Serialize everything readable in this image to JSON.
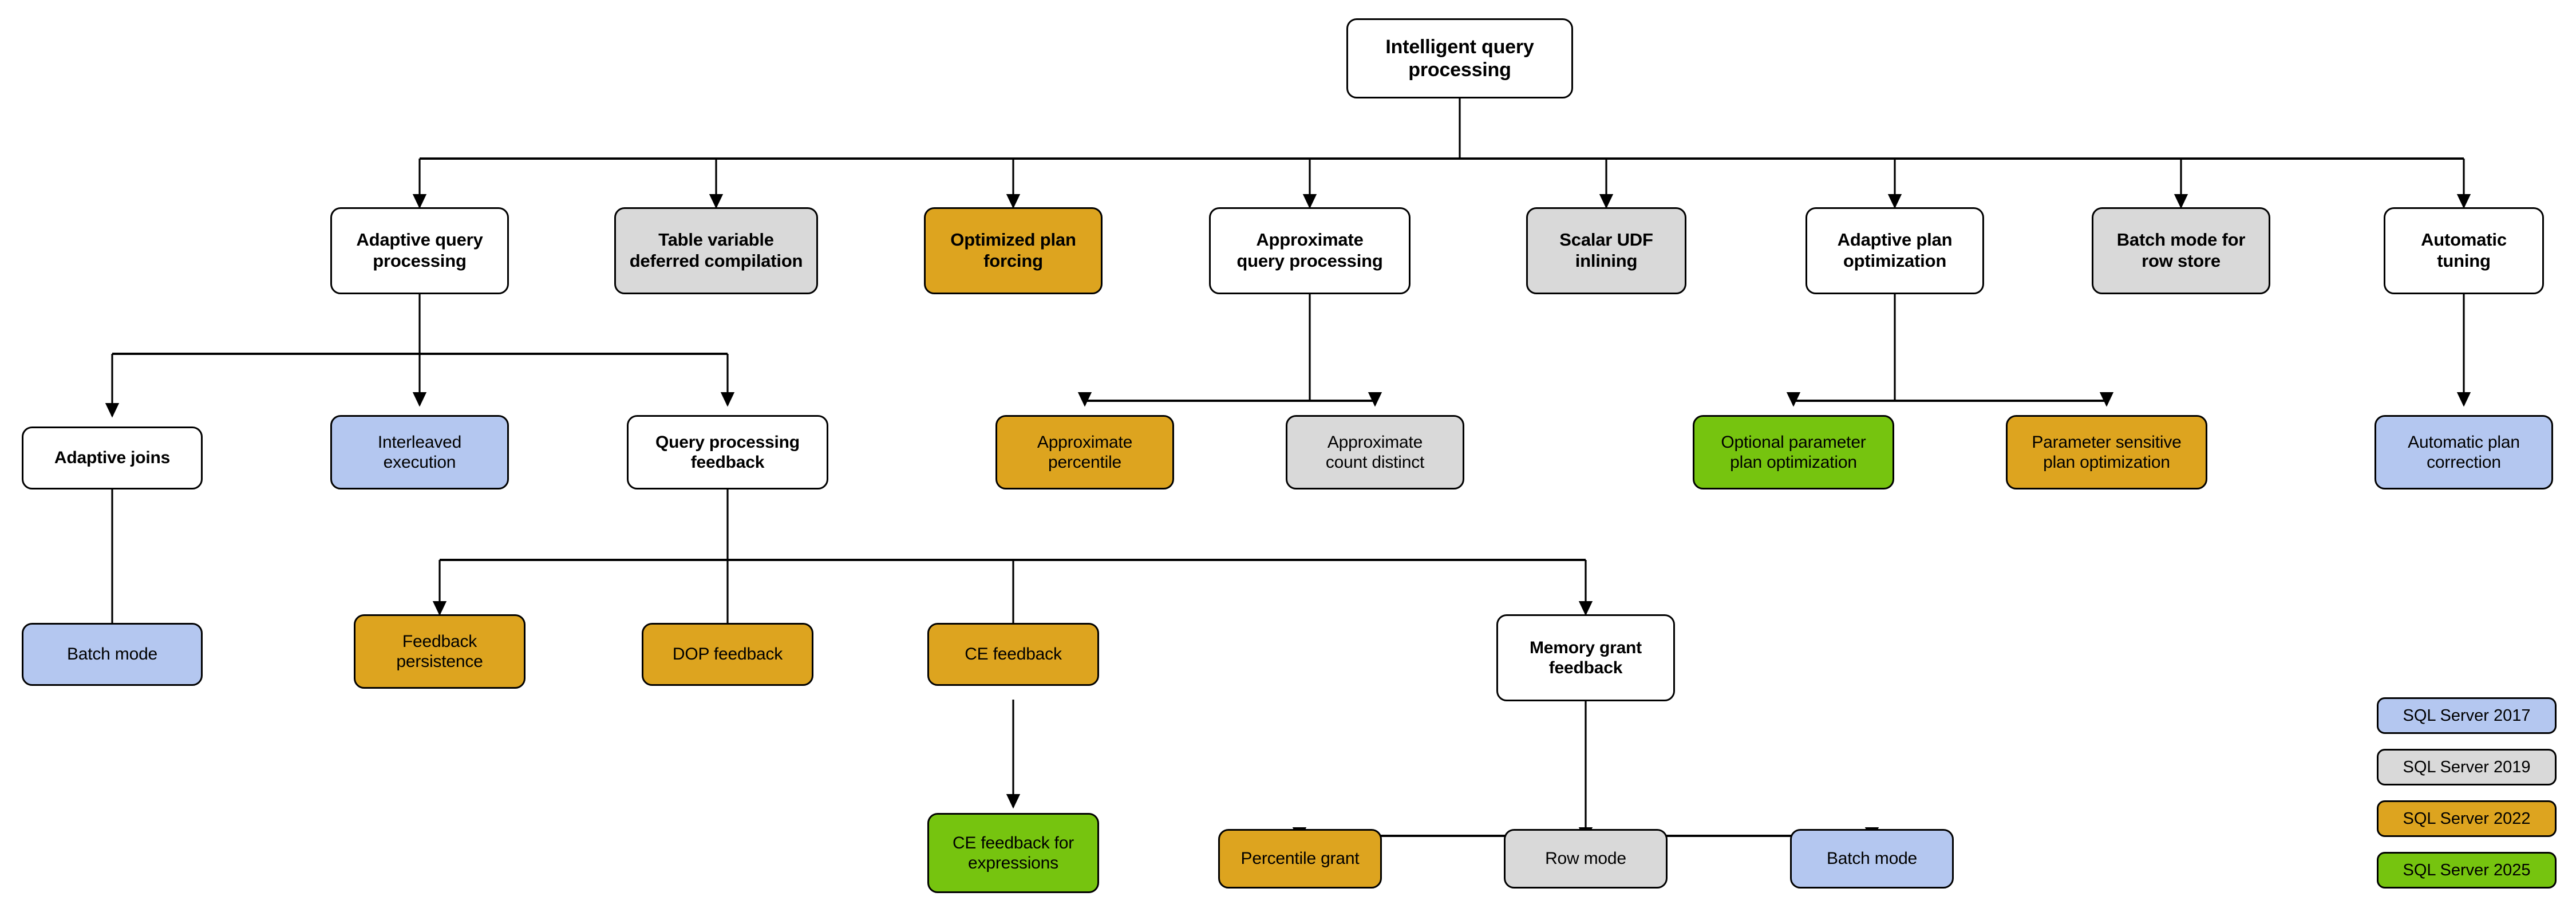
{
  "diagram": {
    "title": "Intelligent query processing",
    "palette": {
      "white": "#ffffff",
      "gray": "#d9d9d9",
      "amber": "#dda41f",
      "green": "#76c40f",
      "blue": "#b4c7f0",
      "stroke": "#000000"
    },
    "nodes": {
      "root": "Intelligent query\nprocessing",
      "adaptive_query_processing": "Adaptive query\nprocessing",
      "table_variable_deferred_compilation": "Table variable\ndeferred compilation",
      "optimized_plan_forcing": "Optimized plan\nforcing",
      "approximate_query_processing": "Approximate\nquery processing",
      "scalar_udf_inlining": "Scalar UDF\ninlining",
      "adaptive_plan_optimization": "Adaptive plan\noptimization",
      "batch_mode_for_row_store": "Batch mode for\nrow store",
      "automatic_tuning": "Automatic\ntuning",
      "adaptive_joins": "Adaptive joins",
      "interleaved_execution": "Interleaved\nexecution",
      "query_processing_feedback": "Query processing\nfeedback",
      "approximate_percentile": "Approximate\npercentile",
      "approximate_count_distinct": "Approximate\ncount distinct",
      "optional_parameter_plan_optimization": "Optional parameter\nplan optimization",
      "parameter_sensitive_plan_optimization": "Parameter sensitive\nplan optimization",
      "automatic_plan_correction": "Automatic plan\ncorrection",
      "batch_mode": "Batch mode",
      "feedback_persistence": "Feedback\npersistence",
      "dop_feedback": "DOP feedback",
      "ce_feedback": "CE feedback",
      "memory_grant_feedback": "Memory grant\nfeedback",
      "ce_feedback_for_expressions": "CE feedback for\nexpressions",
      "percentile_grant": "Percentile grant",
      "row_mode": "Row mode",
      "batch_mode_mgf": "Batch mode"
    },
    "legend": {
      "items": [
        {
          "label": "SQL Server 2017",
          "color": "#b4c7f0"
        },
        {
          "label": "SQL Server 2019",
          "color": "#d9d9d9"
        },
        {
          "label": "SQL Server 2022",
          "color": "#dda41f"
        },
        {
          "label": "SQL Server 2025",
          "color": "#76c40f"
        }
      ]
    }
  }
}
